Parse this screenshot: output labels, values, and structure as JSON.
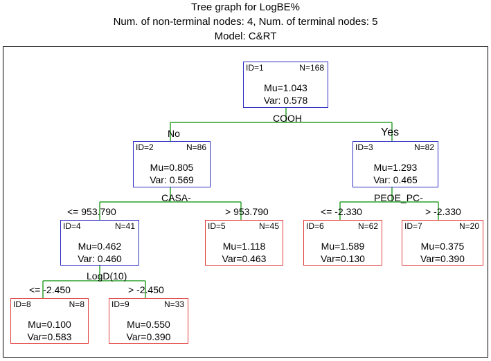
{
  "header": {
    "title": "Tree graph for LogBE%",
    "subtitle": "Num. of non-terminal nodes: 4,  Num. of terminal nodes: 5",
    "model": "Model: C&RT"
  },
  "colors": {
    "non_terminal": "#2b2bc0",
    "terminal": "#e03a3a",
    "split_line": "#2ca02c"
  },
  "nodes": [
    {
      "id": "ID=1",
      "n": "N=168",
      "mu": "Mu=1.043",
      "var": "Var: 0.578",
      "terminal": false
    },
    {
      "id": "ID=2",
      "n": "N=86",
      "mu": "Mu=0.805",
      "var": "Var: 0.569",
      "terminal": false
    },
    {
      "id": "ID=3",
      "n": "N=82",
      "mu": "Mu=1.293",
      "var": "Var: 0.465",
      "terminal": false
    },
    {
      "id": "ID=4",
      "n": "N=41",
      "mu": "Mu=0.462",
      "var": "Var: 0.460",
      "terminal": false
    },
    {
      "id": "ID=5",
      "n": "N=45",
      "mu": "Mu=1.118",
      "var": "Var=0.463",
      "terminal": true
    },
    {
      "id": "ID=6",
      "n": "N=62",
      "mu": "Mu=1.589",
      "var": "Var=0.130",
      "terminal": true
    },
    {
      "id": "ID=7",
      "n": "N=20",
      "mu": "Mu=0.375",
      "var": "Var=0.390",
      "terminal": true
    },
    {
      "id": "ID=8",
      "n": "N=8",
      "mu": "Mu=0.100",
      "var": "Var=0.583",
      "terminal": true
    },
    {
      "id": "ID=9",
      "n": "N=33",
      "mu": "Mu=0.550",
      "var": "Var=0.390",
      "terminal": true
    }
  ],
  "splits": [
    {
      "variable": "COOH",
      "left_label": "No",
      "right_label": "Yes"
    },
    {
      "variable": "CASA-",
      "left_label": "<= 953.790",
      "right_label": "> 953.790"
    },
    {
      "variable": "PEOE_PC-",
      "left_label": "<= -2.330",
      "right_label": "> -2.330"
    },
    {
      "variable": "LogD(10)",
      "left_label": "<= -2.450",
      "right_label": "> -2.450"
    }
  ]
}
